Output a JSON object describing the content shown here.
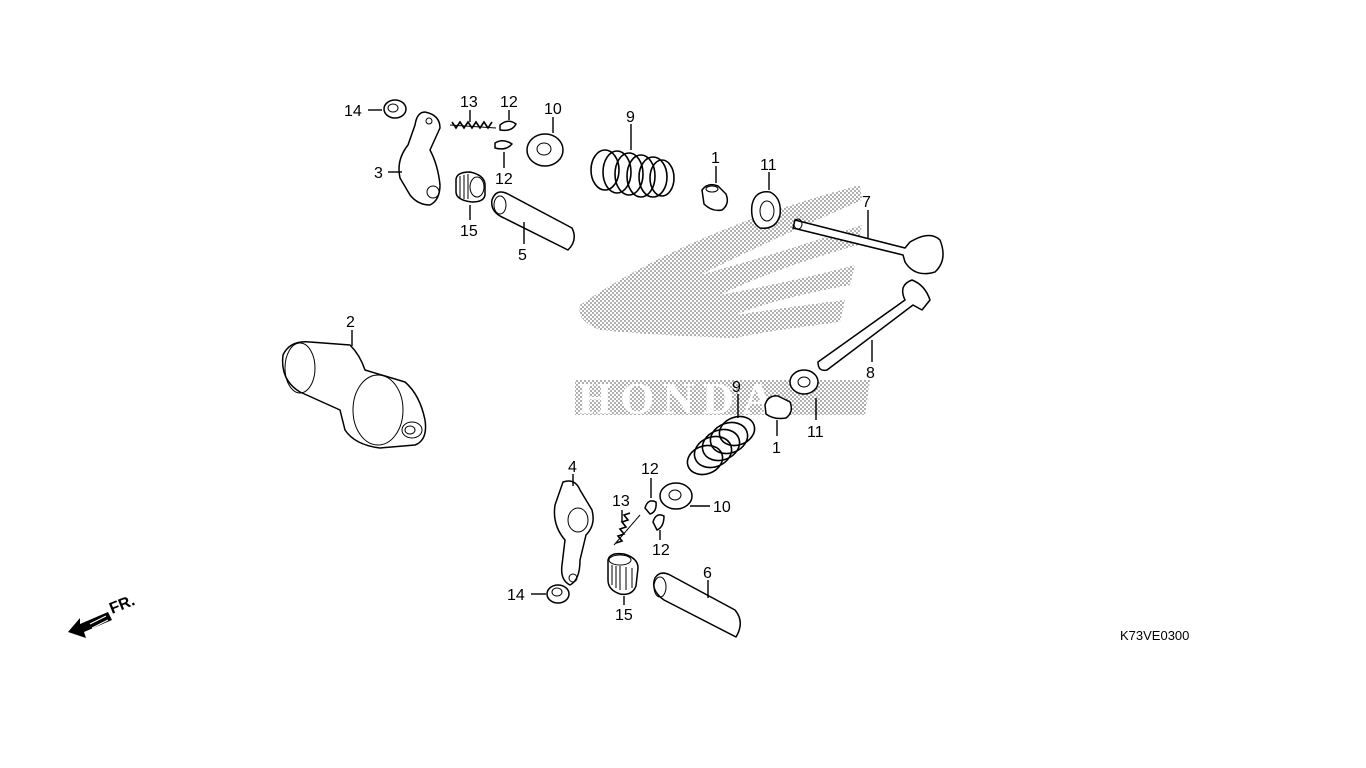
{
  "diagram_code": "K73VE0300",
  "direction_label": "FR.",
  "brand_watermark": "HONDA",
  "callouts": {
    "c1a": "1",
    "c1b": "1",
    "c2": "2",
    "c3": "3",
    "c4": "4",
    "c5": "5",
    "c6": "6",
    "c7": "7",
    "c8": "8",
    "c9a": "9",
    "c9b": "9",
    "c10a": "10",
    "c10b": "10",
    "c11a": "11",
    "c11b": "11",
    "c12a": "12",
    "c12b": "12",
    "c12c": "12",
    "c12d": "12",
    "c13a": "13",
    "c13b": "13",
    "c14a": "14",
    "c14b": "14",
    "c15a": "15",
    "c15b": "15"
  }
}
